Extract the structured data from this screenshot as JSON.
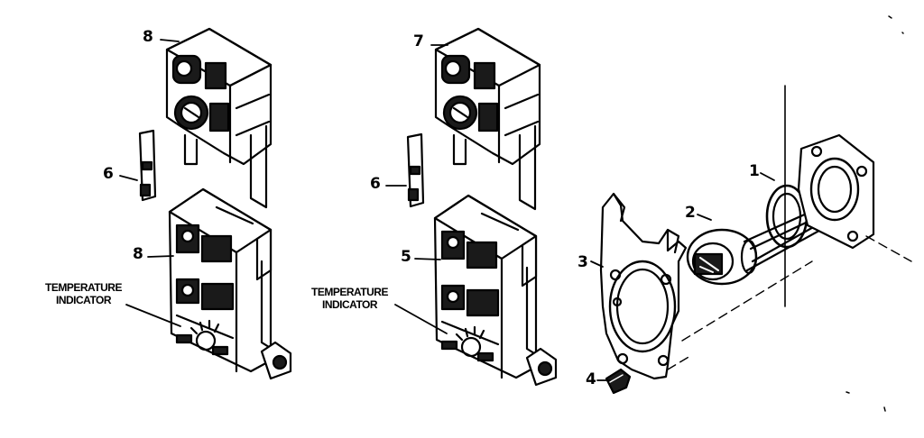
{
  "callouts": {
    "left_top": "8",
    "middle_top": "7",
    "left_bracket": "6",
    "middle_bracket": "6",
    "left_lower": "8",
    "middle_lower": "5",
    "gasket": "3",
    "element": "2",
    "ring": "1",
    "screw": "4"
  },
  "captions": {
    "left": {
      "line1": "TEMPERATURE",
      "line2": "INDICATOR"
    },
    "middle": {
      "line1": "TEMPERATURE",
      "line2": "INDICATOR"
    }
  },
  "colors": {
    "ink": "#000000",
    "paper": "#ffffff",
    "fill_dark": "#1a1a1a"
  }
}
